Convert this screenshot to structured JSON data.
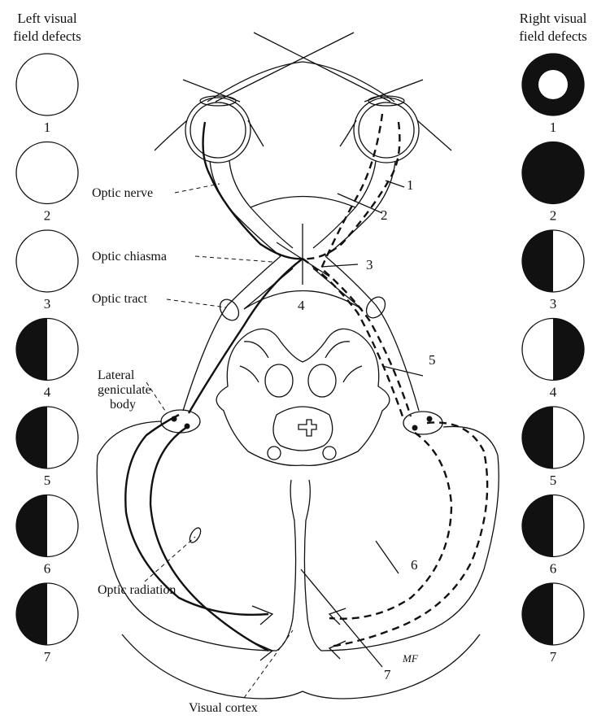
{
  "left_header": [
    "Left visual",
    "field defects"
  ],
  "right_header": [
    "Right visual",
    "field defects"
  ],
  "defect_numbers": [
    "1",
    "2",
    "3",
    "4",
    "5",
    "6",
    "7"
  ],
  "left_defects": [
    "none",
    "none",
    "none",
    "left-half",
    "left-half",
    "left-half",
    "left-half"
  ],
  "right_defects": [
    "ring",
    "full",
    "left-half",
    "right-half",
    "left-half",
    "left-half",
    "left-half"
  ],
  "labels": {
    "optic_nerve": "Optic nerve",
    "optic_chiasma": "Optic chiasma",
    "optic_tract": "Optic tract",
    "lateral_geniculate": [
      "Lateral",
      "geniculate",
      "body"
    ],
    "optic_radiation": "Optic radiation",
    "visual_cortex": "Visual cortex"
  },
  "lesion_numbers": [
    "1",
    "2",
    "3",
    "4",
    "5",
    "6",
    "7"
  ],
  "signature": "MF"
}
